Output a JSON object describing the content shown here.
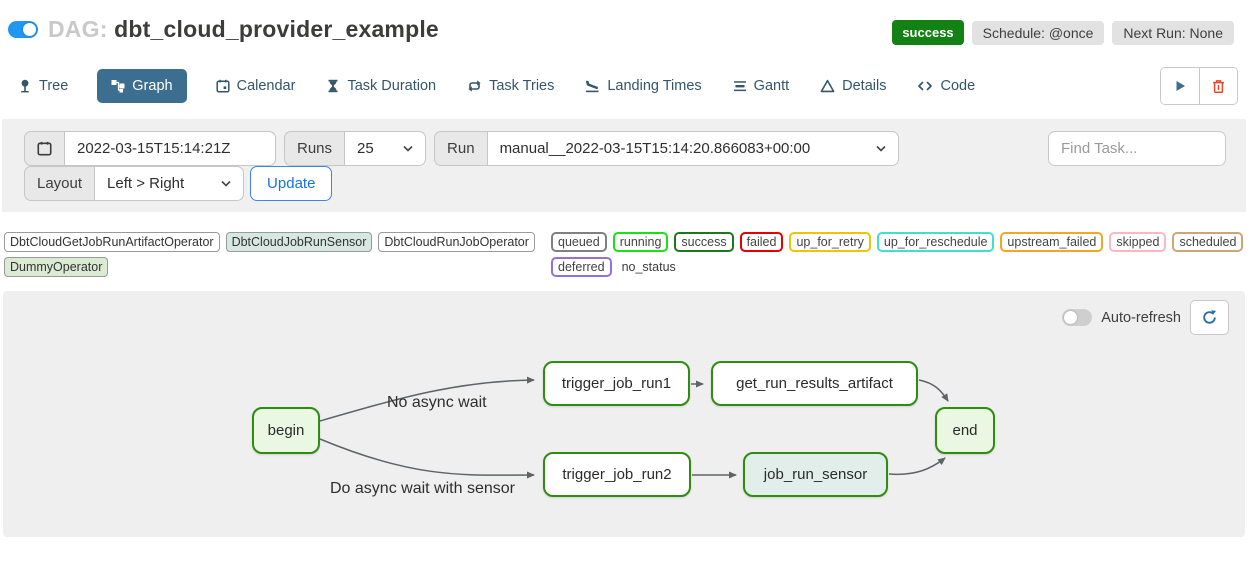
{
  "header": {
    "dag_prefix": "DAG:",
    "dag_name": "dbt_cloud_provider_example",
    "pause_toggle_state": "on",
    "status_badge": "success",
    "schedule_badge": "Schedule: @once",
    "next_run_badge": "Next Run: None"
  },
  "tabs": [
    {
      "label": "Tree",
      "icon": "tree-icon",
      "active": false
    },
    {
      "label": "Graph",
      "icon": "graph-icon",
      "active": true
    },
    {
      "label": "Calendar",
      "icon": "calendar-icon",
      "active": false
    },
    {
      "label": "Task Duration",
      "icon": "hourglass-icon",
      "active": false
    },
    {
      "label": "Task Tries",
      "icon": "repeat-icon",
      "active": false
    },
    {
      "label": "Landing Times",
      "icon": "plane-landing-icon",
      "active": false
    },
    {
      "label": "Gantt",
      "icon": "gantt-icon",
      "active": false
    },
    {
      "label": "Details",
      "icon": "triangle-icon",
      "active": false
    },
    {
      "label": "Code",
      "icon": "code-icon",
      "active": false
    }
  ],
  "actions": {
    "trigger_icon": "play-icon",
    "delete_icon": "trash-icon"
  },
  "filters": {
    "base_date_value": "2022-03-15T15:14:21Z",
    "runs_label": "Runs",
    "runs_value": "25",
    "run_label": "Run",
    "run_value": "manual__2022-03-15T15:14:20.866083+00:00",
    "find_task_placeholder": "Find Task...",
    "layout_label": "Layout",
    "layout_value": "Left > Right",
    "update_button": "Update"
  },
  "legend": {
    "operators": [
      {
        "label": "DbtCloudGetJobRunArtifactOperator",
        "bg": "#ffffff"
      },
      {
        "label": "DbtCloudJobRunSensor",
        "bg": "#d7e8e3"
      },
      {
        "label": "DbtCloudRunJobOperator",
        "bg": "#ffffff"
      },
      {
        "label": "DummyOperator",
        "bg": "#dbead2"
      }
    ],
    "statuses": [
      {
        "label": "queued",
        "color": "#808080"
      },
      {
        "label": "running",
        "color": "#16e216"
      },
      {
        "label": "success",
        "color": "#1a7a1a"
      },
      {
        "label": "failed",
        "color": "#e60000"
      },
      {
        "label": "up_for_retry",
        "color": "#f2c400"
      },
      {
        "label": "up_for_reschedule",
        "color": "#40e0d0"
      },
      {
        "label": "upstream_failed",
        "color": "#f5a623"
      },
      {
        "label": "skipped",
        "color": "#ffb6c1"
      },
      {
        "label": "scheduled",
        "color": "#c9a878"
      },
      {
        "label": "deferred",
        "color": "#9370db"
      }
    ],
    "no_status_label": "no_status"
  },
  "graph": {
    "auto_refresh_label": "Auto-refresh",
    "auto_refresh_state": "off",
    "refresh_icon": "refresh-icon",
    "node_border_color": "#2e8c10",
    "edge_color": "#5f6368",
    "nodes": [
      {
        "id": "begin",
        "label": "begin",
        "fill": "#e9f7e3"
      },
      {
        "id": "trigger_job_run1",
        "label": "trigger_job_run1",
        "fill": "#ffffff"
      },
      {
        "id": "get_run_results_artifact",
        "label": "get_run_results_artifact",
        "fill": "#ffffff"
      },
      {
        "id": "trigger_job_run2",
        "label": "trigger_job_run2",
        "fill": "#ffffff"
      },
      {
        "id": "job_run_sensor",
        "label": "job_run_sensor",
        "fill": "#e2eeea"
      },
      {
        "id": "end",
        "label": "end",
        "fill": "#e9f7e3"
      }
    ],
    "edges": [
      {
        "from": "begin",
        "to": "trigger_job_run1",
        "label": "No async wait"
      },
      {
        "from": "begin",
        "to": "trigger_job_run2",
        "label": "Do async wait with sensor"
      },
      {
        "from": "trigger_job_run1",
        "to": "get_run_results_artifact"
      },
      {
        "from": "get_run_results_artifact",
        "to": "end"
      },
      {
        "from": "trigger_job_run2",
        "to": "job_run_sensor"
      },
      {
        "from": "job_run_sensor",
        "to": "end"
      }
    ]
  }
}
